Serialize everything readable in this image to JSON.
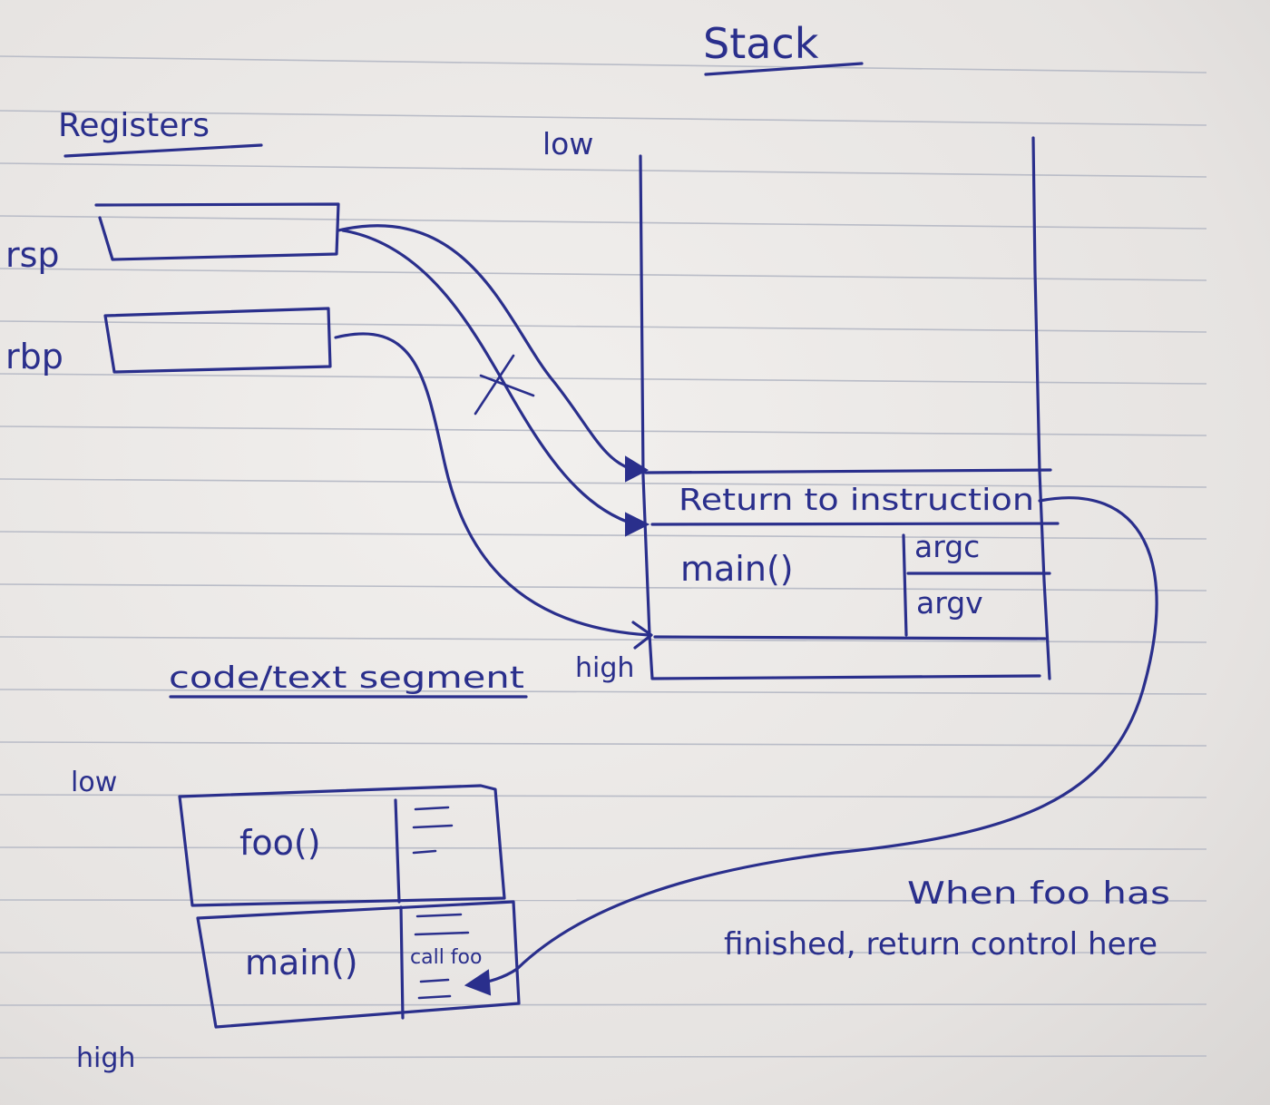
{
  "diagram": {
    "stack": {
      "title": "Stack",
      "low_label": "low",
      "high_label": "high",
      "return_slot": "Return to instruction",
      "main_frame": "main()",
      "argc": "argc",
      "argv": "argv"
    },
    "registers": {
      "title": "Registers",
      "rsp": "rsp",
      "rbp": "rbp"
    },
    "code_segment": {
      "title": "code/text segment",
      "low_label": "low",
      "high_label": "high",
      "foo_label": "foo()",
      "main_label": "main()",
      "call_label": "call foo"
    },
    "annotation": {
      "line1": "When foo has",
      "line2": "finished, return control here"
    },
    "ink_color": "#2a2f8c"
  }
}
